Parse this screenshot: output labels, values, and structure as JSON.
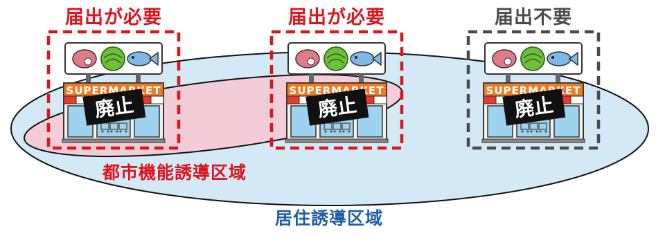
{
  "diagram": {
    "stores": [
      {
        "status_label": "届出が必要",
        "status_color": "#e0121b",
        "sign_text": "SUPERMARKET",
        "overlay_text": "廃止"
      },
      {
        "status_label": "届出が必要",
        "status_color": "#e0121b",
        "sign_text": "SUPERMARKET",
        "overlay_text": "廃止"
      },
      {
        "status_label": "届出不要",
        "status_color": "#4a4a4a",
        "sign_text": "SUPERMARKET",
        "overlay_text": "廃止"
      }
    ],
    "zones": {
      "urban_function": {
        "label": "都市機能誘導区域",
        "label_color": "#e0121b",
        "fill": "#f2ccd6"
      },
      "residential": {
        "label": "居住誘導区域",
        "label_color": "#1f5fa8",
        "fill": "#d3e9f5"
      }
    },
    "colors": {
      "zone_outline": "#111111",
      "required_box": "#e0121b",
      "not_required_box": "#4a4a4a"
    }
  }
}
